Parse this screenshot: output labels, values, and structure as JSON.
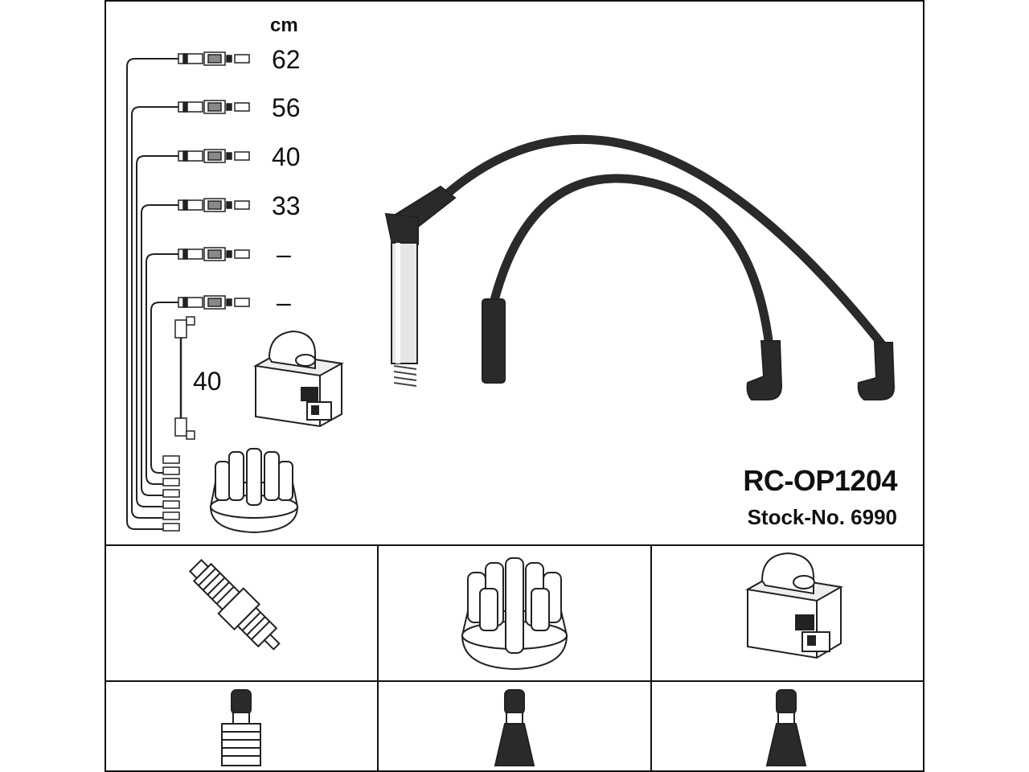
{
  "unit": "cm",
  "cable_lengths": [
    "62",
    "56",
    "40",
    "33",
    "–",
    "–"
  ],
  "coil_cable_length": "40",
  "product_code": "RC-OP1204",
  "stock_number": "Stock-No. 6990",
  "component_icons": [
    "spark-plug-icon",
    "distributor-cap-icon",
    "ignition-coil-icon"
  ],
  "connector_icons": [
    "spark-plug-terminal-icon",
    "distributor-terminal-icon",
    "coil-terminal-icon"
  ]
}
